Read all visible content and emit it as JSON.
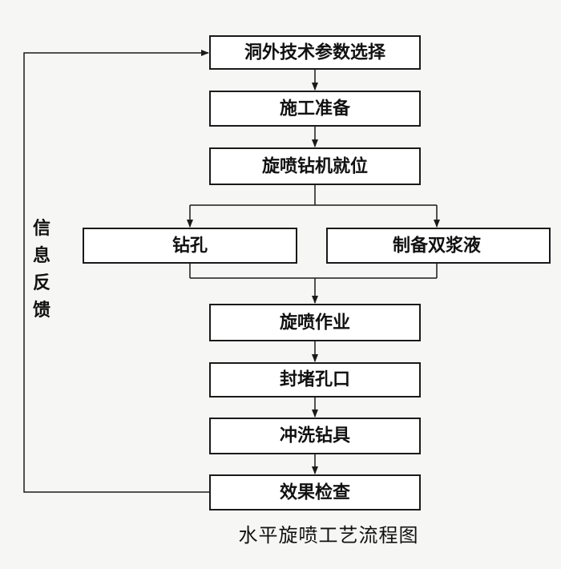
{
  "diagram": {
    "steps": [
      "洞外技术参数选择",
      "施工准备",
      "旋喷钻机就位",
      "钻孔",
      "制备双浆液",
      "旋喷作业",
      "封堵孔口",
      "冲洗钻具",
      "效果检查"
    ],
    "feedback_label": [
      "信",
      "息",
      "反",
      "馈"
    ],
    "caption": "水平旋喷工艺流程图"
  }
}
